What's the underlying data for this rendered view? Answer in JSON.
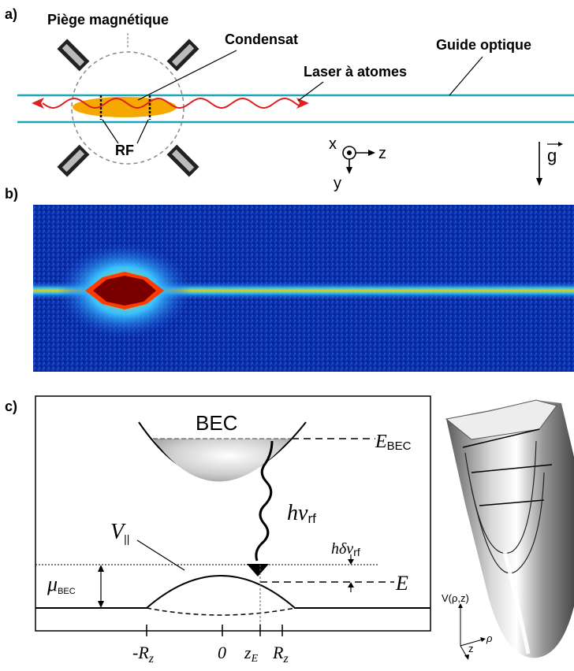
{
  "panel_a": {
    "label": "a)",
    "trap_label": "Piège magnétique",
    "condensate_label": "Condensat",
    "guide_label": "Guide optique",
    "laser_label": "Laser à atomes",
    "rf_label": "RF",
    "axis_x": "x",
    "axis_z": "z",
    "axis_y": "y",
    "gravity": "g",
    "colors": {
      "guide": "#1aa6b7",
      "condensate": "#f5a800",
      "laser": "#e02020"
    }
  },
  "panel_b": {
    "label": "b)",
    "colors": {
      "background": "#0a2a9a",
      "cloud_core": "#7a0000",
      "beam": "#ffd200"
    }
  },
  "panel_c": {
    "label": "c)",
    "bec_label": "BEC",
    "e_bec_label": "E",
    "e_bec_sub": "BEC",
    "h_nu_label": "hν",
    "h_nu_sub": "rf",
    "h_delta_label": "hδν",
    "h_delta_sub": "rf",
    "v_label": "V",
    "v_sub": "||",
    "mu_label": "μ",
    "mu_sub": "BEC",
    "e_label": "E",
    "tick_neg_r": "-R",
    "tick_neg_r_sub": "z",
    "tick_zero": "0",
    "tick_ze": "z",
    "tick_ze_sub": "E",
    "tick_r": "R",
    "tick_r_sub": "z",
    "surface_axis_v": "V(ρ,z)",
    "surface_axis_rho": "ρ",
    "surface_axis_z": "z"
  }
}
